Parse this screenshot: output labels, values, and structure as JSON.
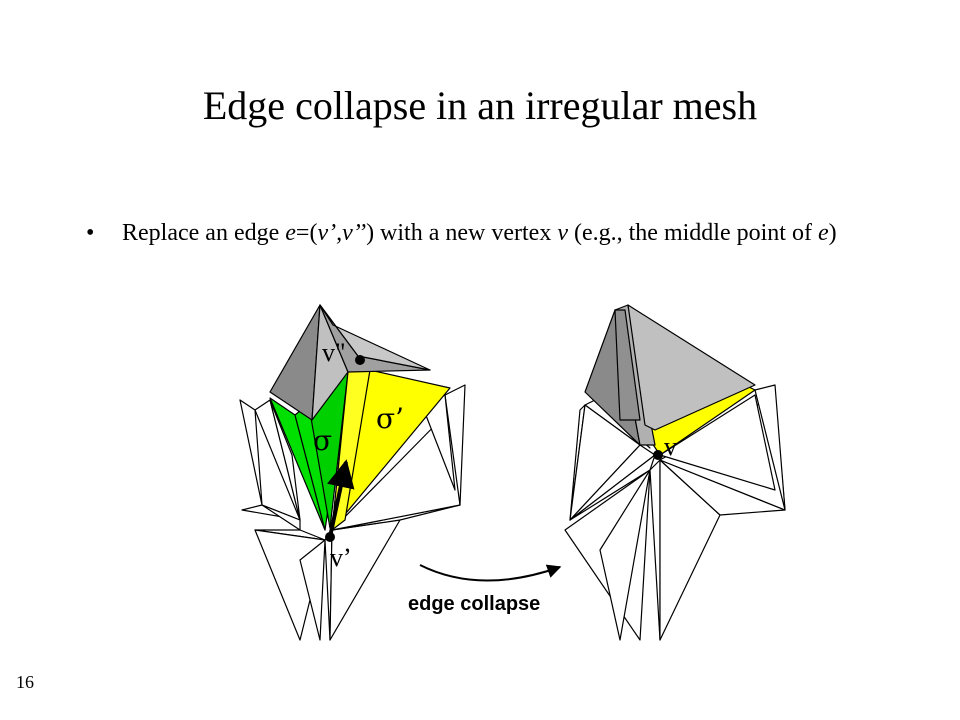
{
  "slide": {
    "title": "Edge collapse in an irregular mesh",
    "bullet_symbol": "•",
    "bullet_parts": [
      "Replace an edge ",
      "e",
      "=(",
      "v’,v’’",
      ") with a  new vertex ",
      "v",
      "  (e.g., the middle point of ",
      "e",
      ")"
    ],
    "page_number": "16"
  },
  "diagram": {
    "labels": {
      "v_double_prime": "v\"",
      "sigma": "σ",
      "sigma_prime": "σ’",
      "v_prime": "v’",
      "v_new": "v",
      "arrow_caption": "edge collapse"
    },
    "colors": {
      "green": "#00e000",
      "yellow": "#ffff00",
      "light_gray": "#c0c0c0",
      "dark_gray": "#8a8a8a",
      "edge": "#000000"
    }
  }
}
